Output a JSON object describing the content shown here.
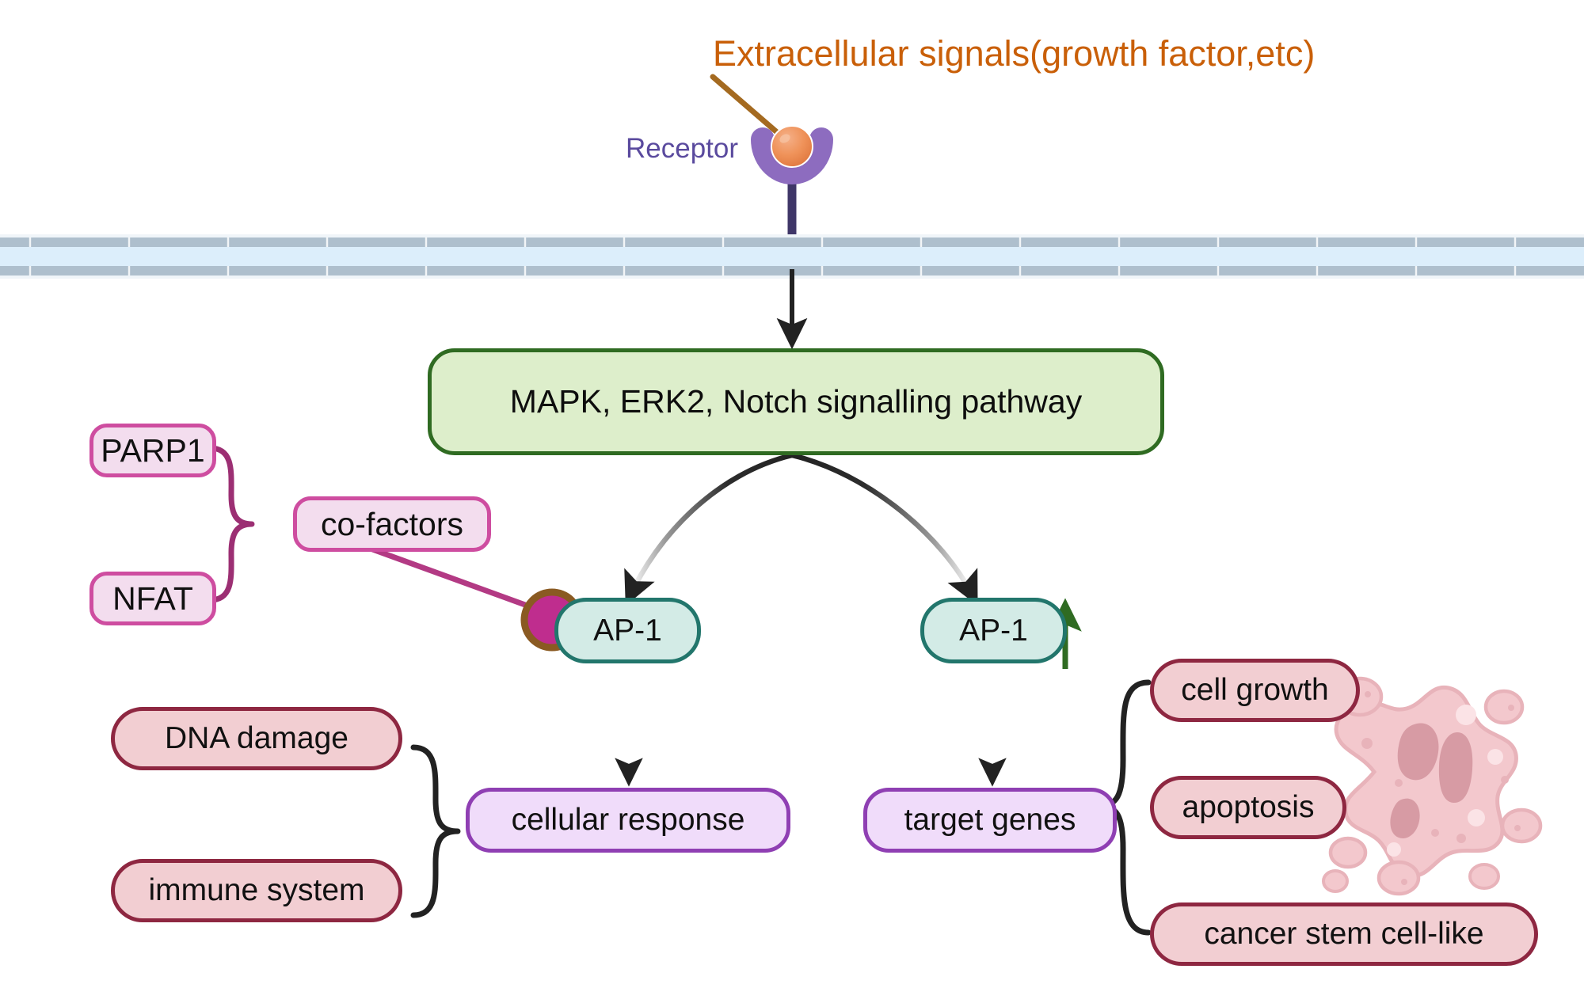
{
  "diagram": {
    "title_label": "Extracellular signals(growth factor,etc)",
    "receptor_label": "Receptor",
    "pathway_box": "MAPK, ERK2, Notch signalling pathway",
    "cofactors_box": "co-factors",
    "cofactor_sources": [
      {
        "label": "PARP1"
      },
      {
        "label": "NFAT"
      }
    ],
    "ap1_left": "AP-1",
    "ap1_right": "AP-1",
    "cellular_response": "cellular response",
    "target_genes": "target genes",
    "response_inputs": [
      {
        "label": "DNA damage"
      },
      {
        "label": "immune system"
      }
    ],
    "target_outcomes": [
      {
        "label": "cell growth"
      },
      {
        "label": "apoptosis"
      },
      {
        "label": "cancer stem cell-like"
      }
    ],
    "icons": {
      "ligand": "ligand-ball-icon",
      "receptor": "receptor-cup-icon",
      "membrane": "lipid-bilayer-icon",
      "upregulation": "up-arrow-icon",
      "cofactor_dot": "cofactor-dot-icon",
      "apoptotic_cell": "apoptotic-cell-icon"
    },
    "colors": {
      "signal_text": "#c95f08",
      "receptor_text": "#5a4a9e",
      "receptor_body": "#8d6cbf",
      "receptor_stem": "#3f3668",
      "ligand": "#ef9259",
      "membrane_band": "#aebfcd",
      "membrane_core": "#e0f0fb",
      "pathway_fill": "#ddeecb",
      "pathway_stroke": "#2f6b22",
      "cofactor_fill": "#f3ddee",
      "cofactor_stroke": "#ce4da0",
      "brace_pink": "#9c2f73",
      "ap1_fill": "#d3ebe6",
      "ap1_stroke": "#22766c",
      "dot_fill": "#bf2d8e",
      "dot_stroke": "#8a5a22",
      "response_fill": "#f0dcfa",
      "response_stroke": "#8f3fb3",
      "outcome_fill": "#f2ced2",
      "outcome_stroke": "#8e2741",
      "arrow": "#222222",
      "up_arrow": "#2f6b22",
      "cell_fill": "#f3c8cd",
      "cell_stroke": "#e8b3ba",
      "cell_detail": "#d79ba4"
    }
  }
}
